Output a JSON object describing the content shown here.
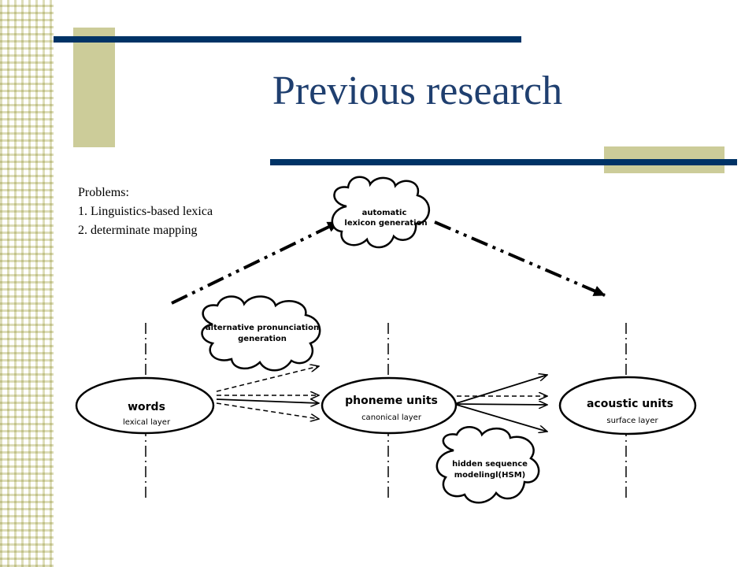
{
  "slide": {
    "title": "Previous research",
    "problems": {
      "heading": "Problems:",
      "items": [
        "1. Linguistics-based  lexica",
        "2. determinate  mapping"
      ]
    }
  },
  "diagram": {
    "nodes": {
      "words": {
        "title": "words",
        "subtitle": "lexical layer"
      },
      "phoneme": {
        "title": "phoneme units",
        "subtitle": "canonical layer"
      },
      "acoustic": {
        "title": "acoustic units",
        "subtitle": "surface layer"
      }
    },
    "clouds": {
      "auto_lexicon": {
        "line1": "automatic",
        "line2": "lexicon generation"
      },
      "alt_pron": {
        "line1": "alternative pronunciation",
        "line2": "generation"
      },
      "hsm": {
        "line1": "hidden sequence",
        "line2": "modelingl(HSM)"
      }
    }
  },
  "colors": {
    "navy": "#003366",
    "khaki": "#cccc99",
    "title_text": "#1f3f6f"
  }
}
